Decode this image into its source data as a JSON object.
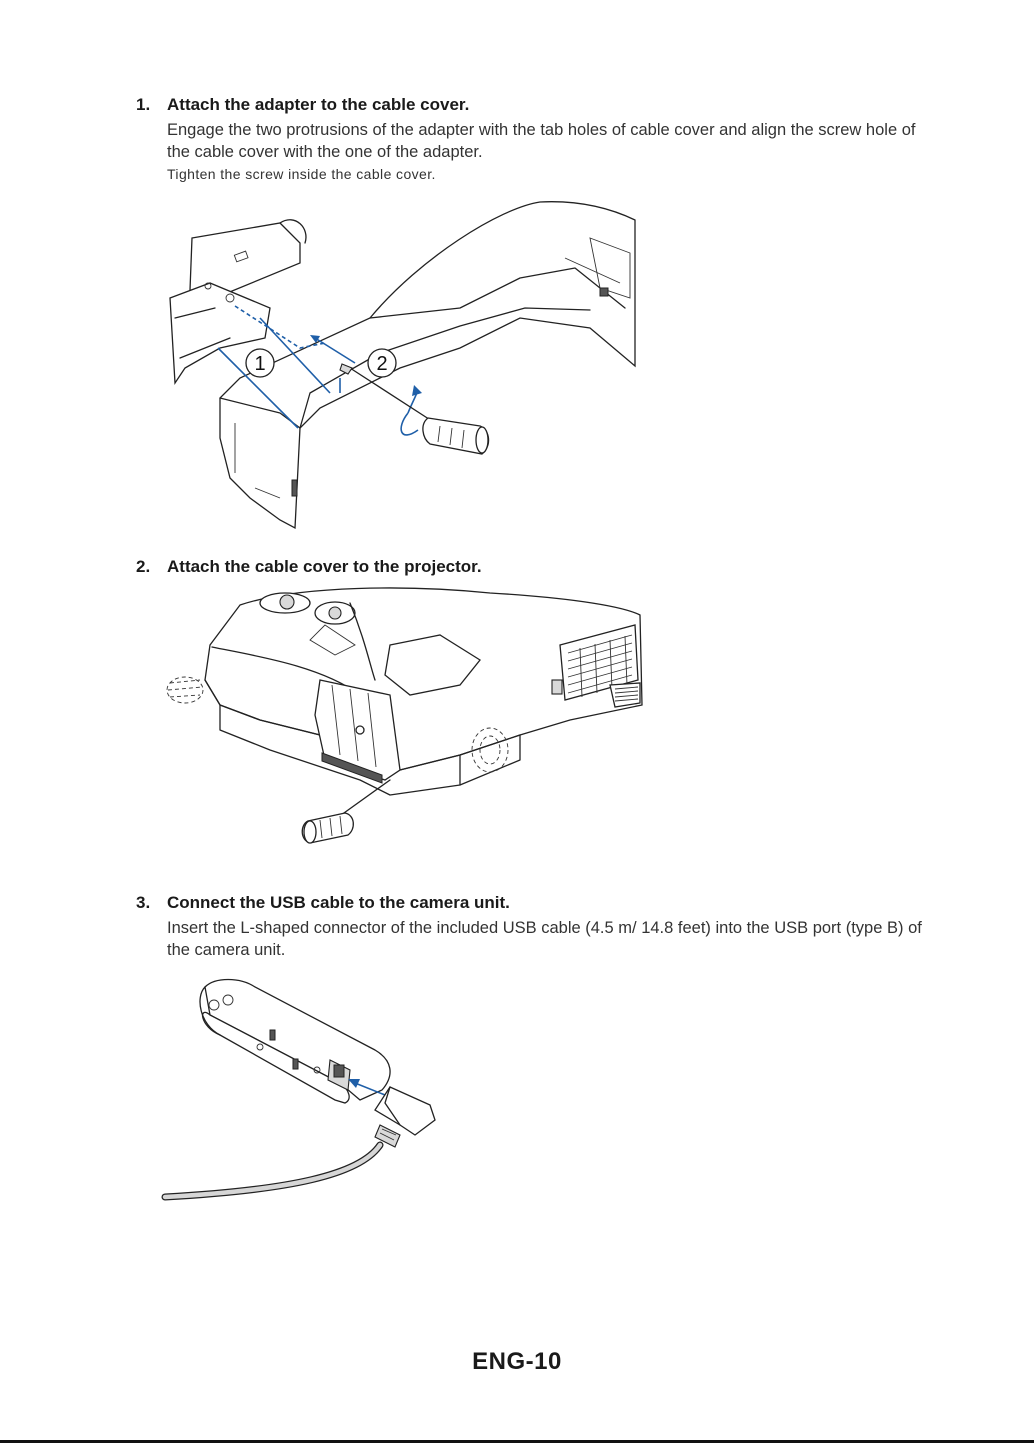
{
  "steps": [
    {
      "number": "1.",
      "title": "Attach the adapter to the cable cover.",
      "body": "Engage the two protrusions of the adapter with the tab holes of cable cover and align the screw hole of the cable cover with the one of the adapter.",
      "note": "Tighten the screw inside the cable cover.",
      "callouts": [
        "1",
        "2"
      ]
    },
    {
      "number": "2.",
      "title": "Attach the cable cover to the projector."
    },
    {
      "number": "3.",
      "title": "Connect the USB cable to the camera unit.",
      "body": "Insert the L-shaped connector of the included USB cable (4.5 m/ 14.8 feet) into the USB port (type B) of the camera unit."
    }
  ],
  "footer": {
    "page_label": "ENG-10"
  },
  "colors": {
    "arrow_blue": "#1f5fa8",
    "text": "#1a1a1a",
    "rule": "#111111"
  }
}
